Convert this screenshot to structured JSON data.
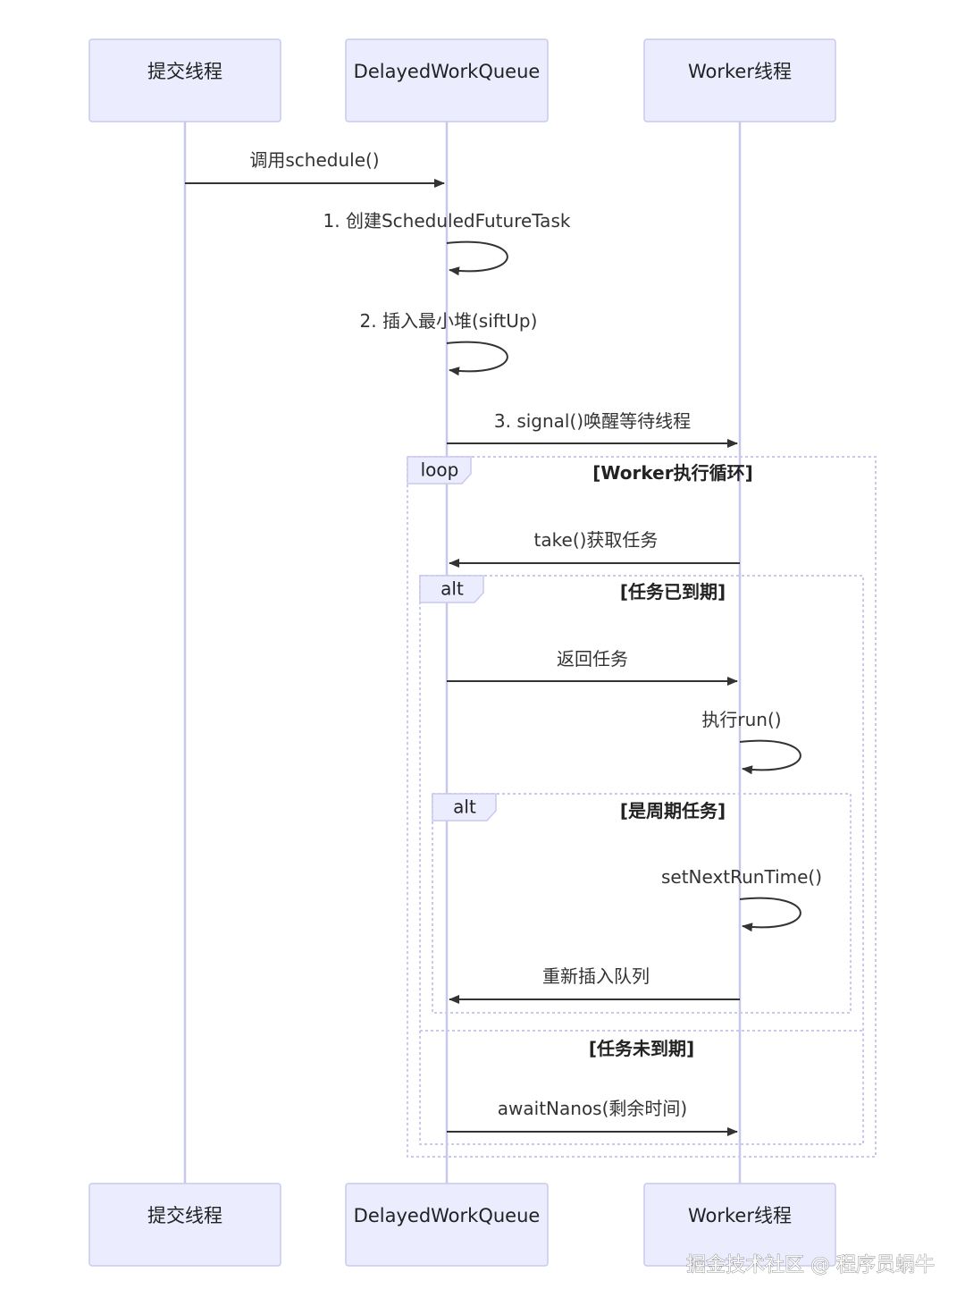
{
  "actors": [
    "提交线程",
    "DelayedWorkQueue",
    "Worker线程"
  ],
  "messages": {
    "schedule": "调用schedule()",
    "create": "1. 创建ScheduledFutureTask",
    "insert": "2. 插入最小堆(siftUp)",
    "signal": "3. signal()唤醒等待线程",
    "take": "take()获取任务",
    "return": "返回任务",
    "run": "执行run()",
    "next_time": "setNextRunTime()",
    "reinsert": "重新插入队列",
    "await": "awaitNanos(剩余时间)"
  },
  "frames": {
    "loop": {
      "label": "loop",
      "condition": "[Worker执行循环]"
    },
    "alt_outer": {
      "label": "alt",
      "condition": "[任务已到期]",
      "else_condition": "[任务未到期]"
    },
    "alt_inner": {
      "label": "alt",
      "condition": "[是周期任务]"
    }
  },
  "watermark": "掘金技术社区 @ 程序员蜗牛",
  "colors": {
    "actor_fill": "#ECECFF",
    "actor_stroke": "#C9C9EE",
    "lifeline": "#C8C8EC",
    "arrow": "#333333"
  }
}
